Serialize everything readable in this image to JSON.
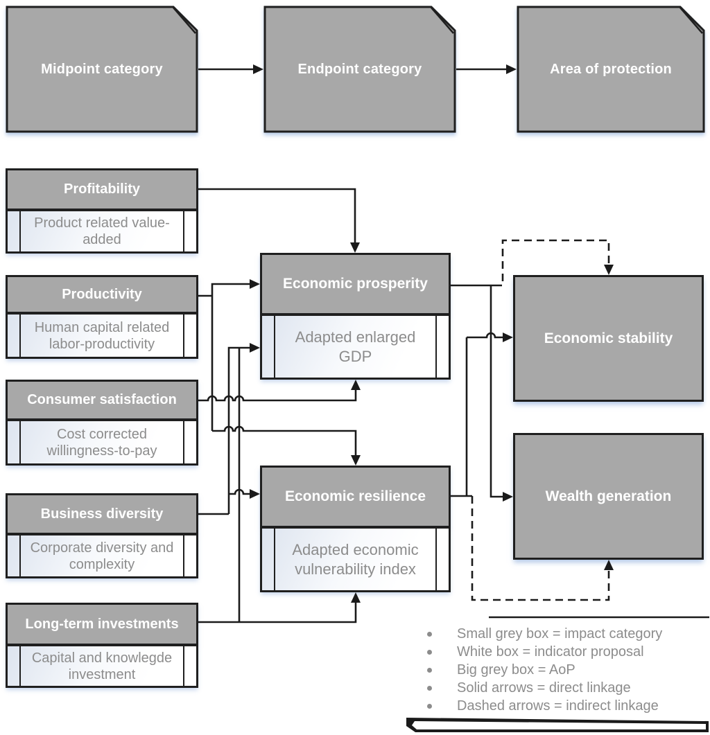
{
  "top_row": [
    {
      "label": "Midpoint category"
    },
    {
      "label": "Endpoint category"
    },
    {
      "label": "Area of protection"
    }
  ],
  "impact_categories": [
    {
      "label": "Profitability",
      "indicator": "Product related value-added"
    },
    {
      "label": "Productivity",
      "indicator": "Human capital related labor-productivity"
    },
    {
      "label": "Consumer satisfaction",
      "indicator": "Cost corrected willingness-to-pay"
    },
    {
      "label": "Business diversity",
      "indicator": "Corporate diversity and complexity"
    },
    {
      "label": "Long-term investments",
      "indicator": "Capital and knowlegde investment"
    }
  ],
  "endpoint_categories": [
    {
      "label": "Economic prosperity",
      "indicator": "Adapted enlarged GDP"
    },
    {
      "label": "Economic resilience",
      "indicator": "Adapted economic vulnerability index"
    }
  ],
  "areas_of_protection": [
    {
      "label": "Economic stability"
    },
    {
      "label": "Wealth generation"
    }
  ],
  "legend": {
    "items": [
      "Small grey box = impact category",
      "White box = indicator proposal",
      "Big grey box = AoP",
      "Solid arrows = direct linkage",
      "Dashed arrows = indirect linkage"
    ]
  },
  "colors": {
    "box_grey": "#a8a8a8",
    "line_black": "#1a1a1a",
    "text_grey": "#8c8c8c",
    "shadow_blue": "#cfe0f5"
  }
}
